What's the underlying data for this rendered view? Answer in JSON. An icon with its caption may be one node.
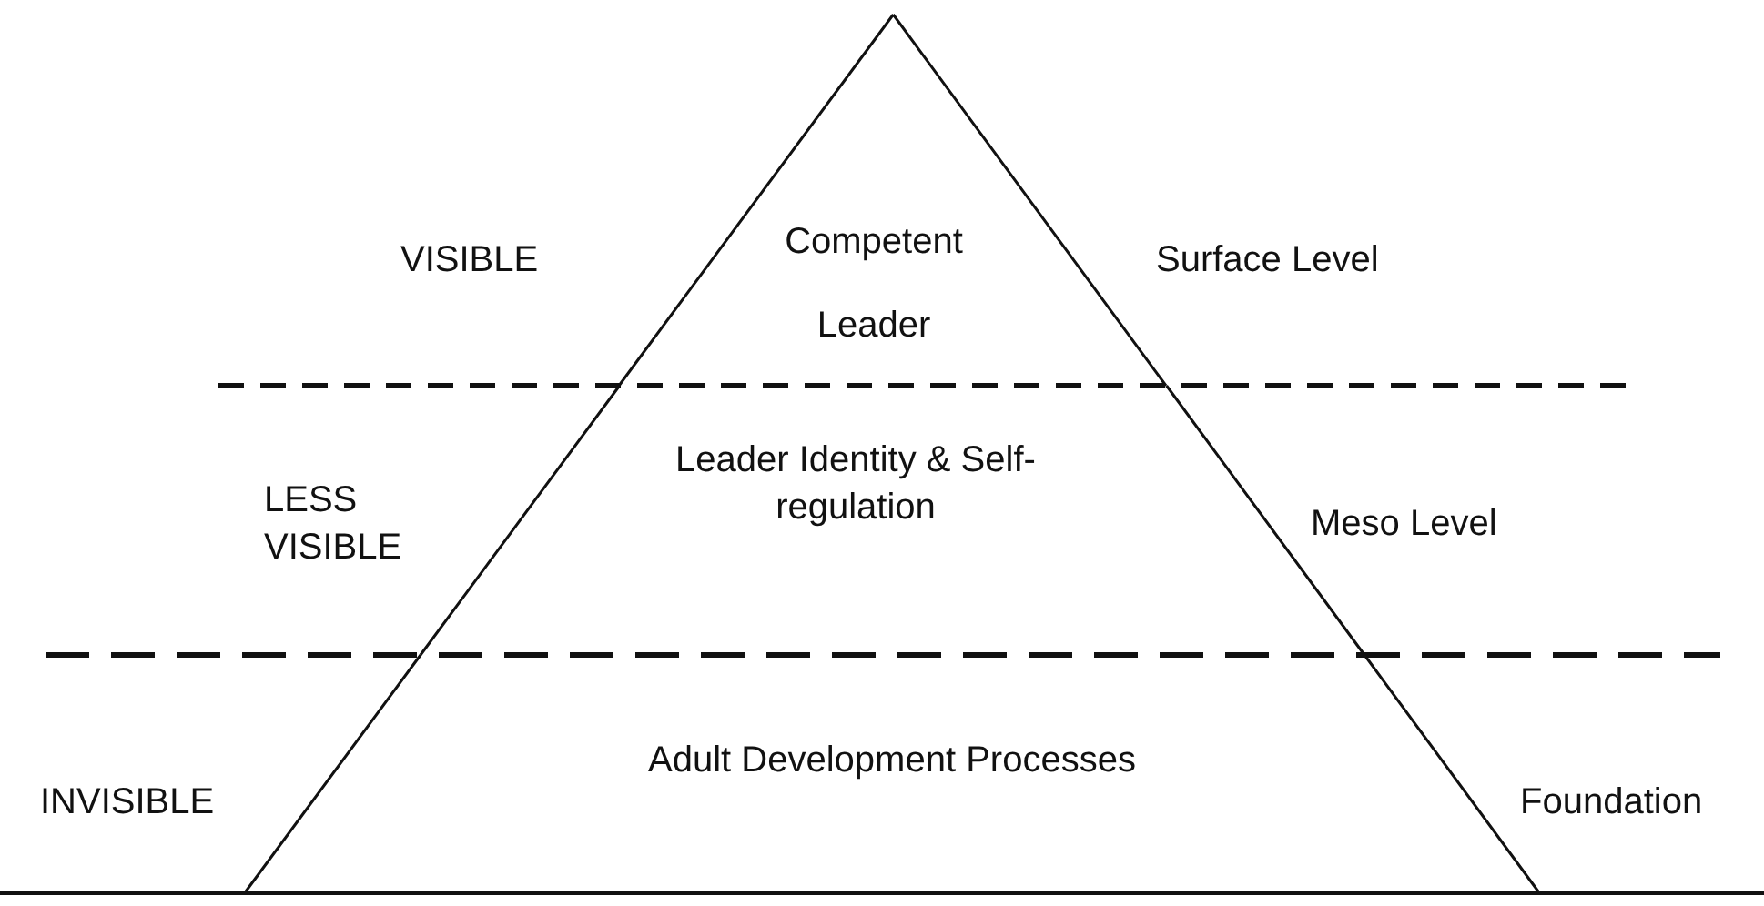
{
  "diagram": {
    "nodes": [
      {
        "text": [
          "Competent Leader"
        ]
      },
      {
        "text": [
          "Leader Identity & Self-regulation"
        ]
      },
      {
        "text": [
          "Adult Development Processes"
        ]
      }
    ],
    "labels": [
      "VISIBLE",
      "Surface Level",
      "LESS VISIBLE",
      "Meso Level",
      "INVISIBLE",
      "Foundation"
    ]
  }
}
